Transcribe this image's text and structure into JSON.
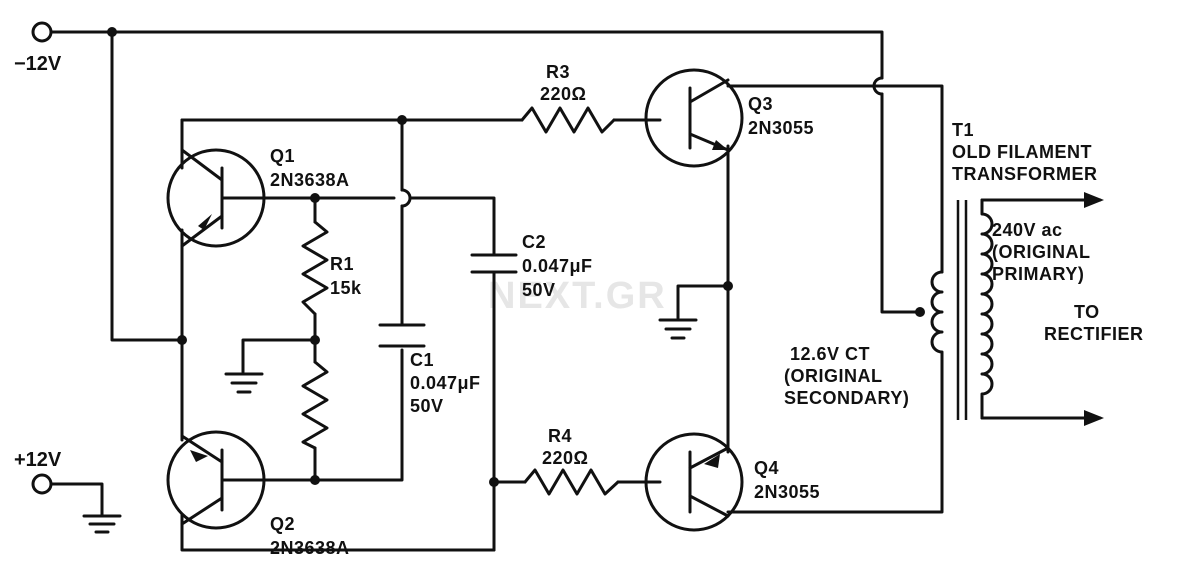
{
  "watermark": "NEXT.GR",
  "supplies": {
    "neg": "−12V",
    "pos": "+12V"
  },
  "transistors": {
    "q1": {
      "ref": "Q1",
      "part": "2N3638A"
    },
    "q2": {
      "ref": "Q2",
      "part": "2N3638A"
    },
    "q3": {
      "ref": "Q3",
      "part": "2N3055"
    },
    "q4": {
      "ref": "Q4",
      "part": "2N3055"
    }
  },
  "resistors": {
    "r1": {
      "ref": "R1",
      "value": "15k"
    },
    "r3": {
      "ref": "R3",
      "value": "220Ω"
    },
    "r4": {
      "ref": "R4",
      "value": "220Ω"
    }
  },
  "capacitors": {
    "c1": {
      "ref": "C1",
      "value": "0.047μF",
      "voltage": "50V"
    },
    "c2": {
      "ref": "C2",
      "value": "0.047μF",
      "voltage": "50V"
    }
  },
  "transformer": {
    "ref": "T1",
    "title_line1": "OLD FILAMENT",
    "title_line2": "TRANSFORMER",
    "secondary_out_line1": "240V ac",
    "secondary_out_line2": "(ORIGINAL",
    "secondary_out_line3": "PRIMARY)",
    "primary_in_line1": "12.6V CT",
    "primary_in_line2": "(ORIGINAL",
    "primary_in_line3": "SECONDARY)",
    "output_line1": "TO",
    "output_line2": "RECTIFIER"
  }
}
